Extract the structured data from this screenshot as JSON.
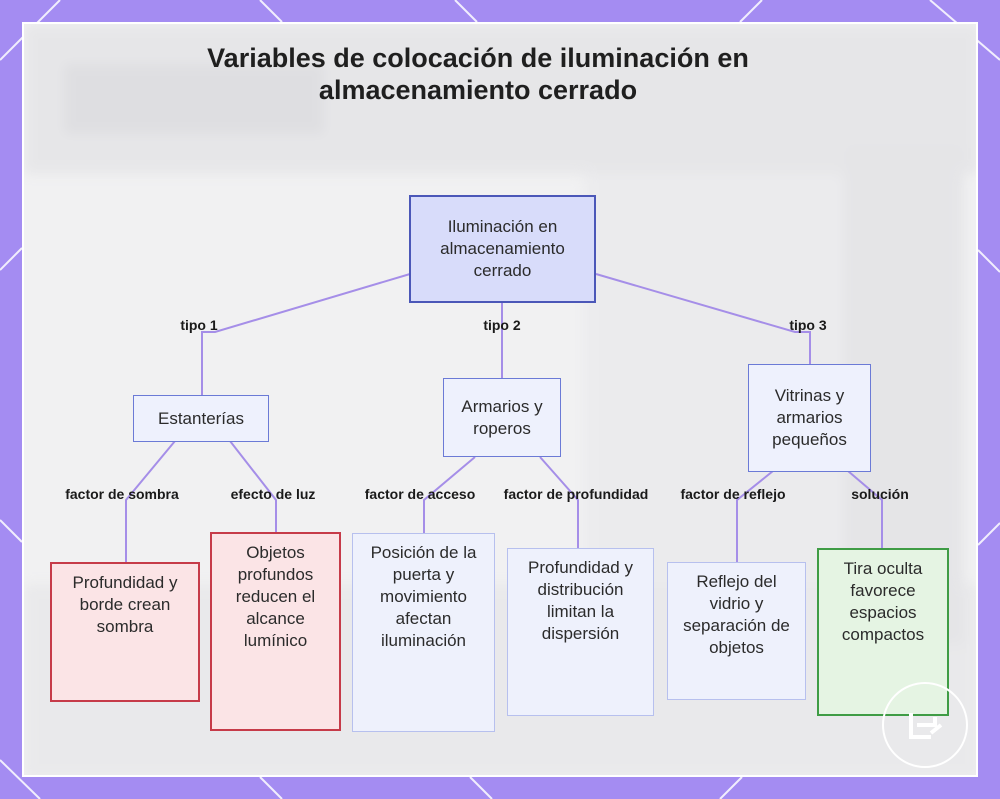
{
  "title": "Variables de colocación de iluminación en almacenamiento cerrado",
  "root": {
    "label": "Iluminación en almacenamiento cerrado"
  },
  "branches": [
    {
      "edge_label": "tipo 1",
      "node": "Estanterías",
      "children": [
        {
          "edge_label": "factor de sombra",
          "node": "Profundidad y borde crean sombra",
          "style": "red"
        },
        {
          "edge_label": "efecto de luz",
          "node": "Objetos profundos reducen el alcance lumínico",
          "style": "red"
        }
      ]
    },
    {
      "edge_label": "tipo 2",
      "node": "Armarios y roperos",
      "children": [
        {
          "edge_label": "factor de acceso",
          "node": "Posición de la puerta y movimiento afectan iluminación",
          "style": "plain"
        },
        {
          "edge_label": "factor de profundidad",
          "node": "Profundidad y distribución limitan la dispersión",
          "style": "plain"
        }
      ]
    },
    {
      "edge_label": "tipo 3",
      "node": "Vitrinas y armarios pequeños",
      "children": [
        {
          "edge_label": "factor de reflejo",
          "node": "Reflejo del vidrio y separación de objetos",
          "style": "plain"
        },
        {
          "edge_label": "solución",
          "node": "Tira oculta favorece espacios compactos",
          "style": "green"
        }
      ]
    }
  ],
  "colors": {
    "frame": "#a48cf2",
    "connector": "#a58ee8",
    "root_fill": "#d8dcfa",
    "root_border": "#4b57b8",
    "red_border": "#c63b49",
    "green_border": "#3f9c45"
  },
  "icons": {
    "watermark": "corner-arrow-logo-icon"
  }
}
